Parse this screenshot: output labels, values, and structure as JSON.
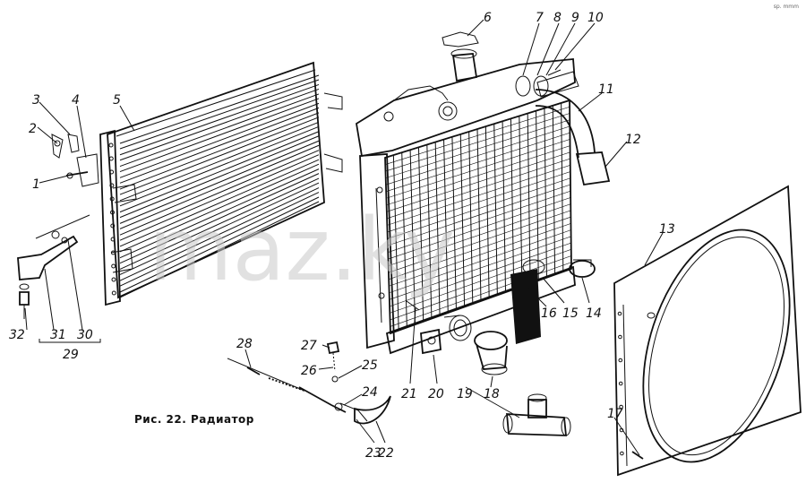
{
  "caption": "Рис. 22. Радиатор",
  "corner_mark": "sp. mmm",
  "watermark": "maz.ky",
  "callouts": {
    "c1": "1",
    "c2": "2",
    "c3": "3",
    "c4": "4",
    "c5": "5",
    "c6": "6",
    "c7": "7",
    "c8": "8",
    "c9": "9",
    "c10": "10",
    "c11": "11",
    "c12": "12",
    "c13": "13",
    "c14": "14",
    "c15": "15",
    "c16": "16",
    "c17": "17",
    "c18": "18",
    "c19": "19",
    "c20": "20",
    "c21": "21",
    "c22": "22",
    "c23": "23",
    "c24": "24",
    "c25": "25",
    "c26": "26",
    "c27": "27",
    "c28": "28",
    "c29": "29",
    "c30": "30",
    "c31": "31",
    "c32": "32"
  },
  "parts": {
    "shutter": "radiator shutter (louvres)",
    "radiator": "radiator core with tanks",
    "shroud": "fan shroud",
    "shutter_control": "shutter control cable"
  }
}
